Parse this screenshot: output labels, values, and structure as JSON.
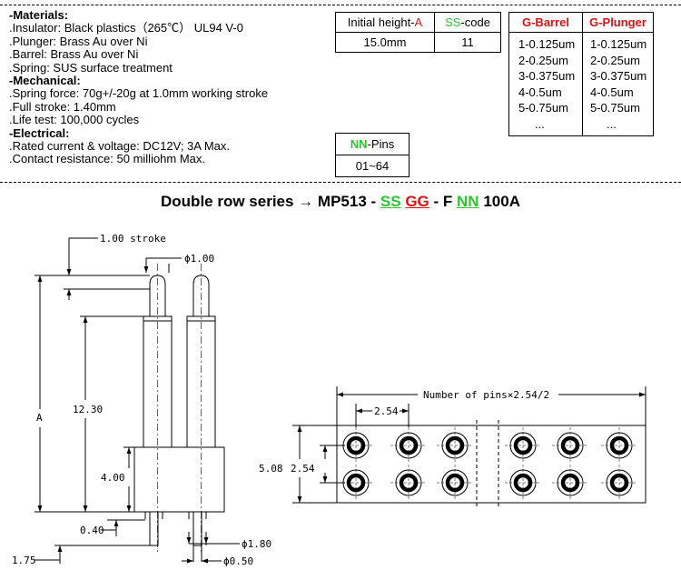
{
  "specs": {
    "materials_header": "-Materials:",
    "materials": [
      ".Insulator: Black plastics（265℃） UL94 V-0",
      ".Plunger: Brass Au over Ni",
      ".Barrel: Brass Au over Ni",
      ".Spring: SUS surface treatment"
    ],
    "mechanical_header": "-Mechanical:",
    "mechanical": [
      ".Spring force: 70g+/-20g at 1.0mm working stroke",
      ".Full stroke: 1.40mm",
      ".Life test: 100,000 cycles"
    ],
    "electrical_header": "-Electrical:",
    "electrical": [
      ".Rated current & voltage: DC12V; 3A Max.",
      ".Contact resistance: 50 milliohm Max."
    ]
  },
  "height_table": {
    "h1_prefix": "Initial height-",
    "h1_code": "A",
    "h2_code": "SS",
    "h2_suffix": "-code",
    "v1": "15.0mm",
    "v2": "11"
  },
  "plating_table": {
    "h1": "G-Barrel",
    "h2": "G-Plunger",
    "barrel": [
      "1-0.125um",
      "2-0.25um",
      "3-0.375um",
      "4-0.5um",
      "5-0.75um",
      "..."
    ],
    "plunger": [
      "1-0.125um",
      "2-0.25um",
      "3-0.375um",
      "4-0.5um",
      "5-0.75um",
      "..."
    ]
  },
  "pins_table": {
    "h_code": "NN",
    "h_suffix": "-Pins",
    "value": "01~64"
  },
  "series": {
    "prefix": "Double row series",
    "arrow": "→",
    "model": "MP513 -",
    "ss": "SS",
    "gg": "GG",
    "f": "- F",
    "nn": "NN",
    "tail": "100A"
  },
  "dims": {
    "stroke": "1.00 stroke",
    "d100": "ϕ1.00",
    "a": "A",
    "d1230": "12.30",
    "d400": "4.00",
    "d040": "0.40",
    "d175": "1.75",
    "d180": "ϕ1.80",
    "d050": "ϕ0.50",
    "pins_formula": "Number of pins×2.54/2",
    "pitch": "2.54",
    "h508": "5.08",
    "h254": "2.54"
  }
}
